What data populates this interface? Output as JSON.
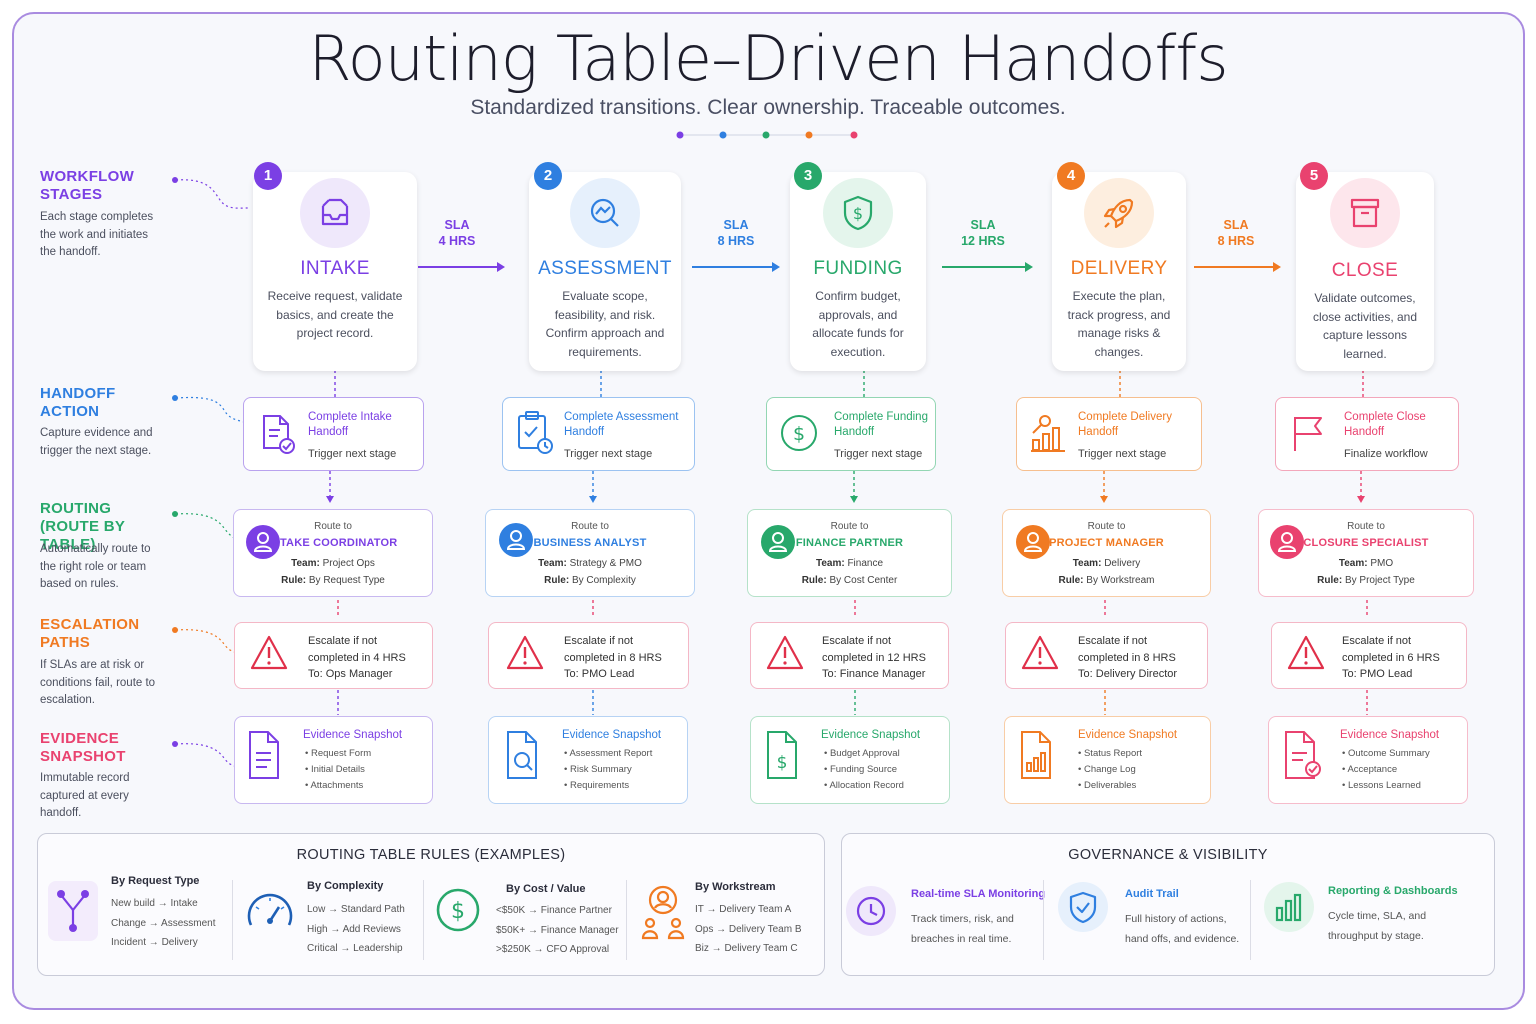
{
  "title": "Routing Table–Driven Handoffs",
  "subtitle": "Standardized transitions. Clear ownership. Traceable outcomes.",
  "sections": {
    "stages": {
      "heading": "WORKFLOW STAGES",
      "text": "Each stage completes the work and initiates the handoff."
    },
    "handoff": {
      "heading": "HANDOFF ACTION",
      "text": "Capture evidence and trigger the next stage."
    },
    "routing": {
      "heading": "ROUTING (ROUTE BY TABLE)",
      "text": "Automatically route to the right role or team based on rules."
    },
    "escalation": {
      "heading": "ESCALATION PATHS",
      "text": "If SLAs are at risk or conditions fail, route to escalation."
    },
    "evidence": {
      "heading": "EVIDENCE SNAPSHOT",
      "text": "Immutable record captured at every handoff."
    }
  },
  "colors": {
    "purple": "#7b3fe4",
    "blue": "#2f7fe0",
    "green": "#28a86b",
    "orange": "#f07a22",
    "pink": "#e9426f"
  },
  "stages": [
    {
      "num": "1",
      "name": "INTAKE",
      "desc": "Receive request, validate basics, and create the project record.",
      "icon": "inbox-icon",
      "handoff": {
        "title": "Complete Intake Handoff",
        "sub": "Trigger next stage"
      },
      "route": {
        "label": "Route to",
        "role": "INTAKE COORDINATOR",
        "team_label": "Team:",
        "team": "Project Ops",
        "rule_label": "Rule:",
        "rule": "By Request Type"
      },
      "escalate": {
        "text": "Escalate if not completed in 4 HRS",
        "to_label": "To:",
        "to": "Ops Manager"
      },
      "evidence": {
        "title": "Evidence Snapshot",
        "items": [
          "Request Form",
          "Initial Details",
          "Attachments"
        ]
      }
    },
    {
      "num": "2",
      "name": "ASSESSMENT",
      "desc": "Evaluate scope, feasibility, and risk. Confirm approach and requirements.",
      "icon": "magnifier-chart-icon",
      "handoff": {
        "title": "Complete Assessment Handoff",
        "sub": "Trigger next stage"
      },
      "route": {
        "label": "Route to",
        "role": "BUSINESS ANALYST",
        "team_label": "Team:",
        "team": "Strategy & PMO",
        "rule_label": "Rule:",
        "rule": "By Complexity"
      },
      "escalate": {
        "text": "Escalate if not completed in 8 HRS",
        "to_label": "To:",
        "to": "PMO Lead"
      },
      "evidence": {
        "title": "Evidence Snapshot",
        "items": [
          "Assessment Report",
          "Risk Summary",
          "Requirements"
        ]
      }
    },
    {
      "num": "3",
      "name": "FUNDING",
      "desc": "Confirm budget, approvals, and allocate funds for execution.",
      "icon": "shield-dollar-icon",
      "handoff": {
        "title": "Complete Funding Handoff",
        "sub": "Trigger next stage"
      },
      "route": {
        "label": "Route to",
        "role": "FINANCE PARTNER",
        "team_label": "Team:",
        "team": "Finance",
        "rule_label": "Rule:",
        "rule": "By Cost Center"
      },
      "escalate": {
        "text": "Escalate if not completed in 12 HRS",
        "to_label": "To:",
        "to": "Finance Manager"
      },
      "evidence": {
        "title": "Evidence Snapshot",
        "items": [
          "Budget Approval",
          "Funding Source",
          "Allocation Record"
        ]
      }
    },
    {
      "num": "4",
      "name": "DELIVERY",
      "desc": "Execute the plan, track progress, and manage risks & changes.",
      "icon": "rocket-icon",
      "handoff": {
        "title": "Complete Delivery Handoff",
        "sub": "Trigger next stage"
      },
      "route": {
        "label": "Route to",
        "role": "PROJECT MANAGER",
        "team_label": "Team:",
        "team": "Delivery",
        "rule_label": "Rule:",
        "rule": "By Workstream"
      },
      "escalate": {
        "text": "Escalate if not completed in 8 HRS",
        "to_label": "To:",
        "to": "Delivery Director"
      },
      "evidence": {
        "title": "Evidence Snapshot",
        "items": [
          "Status Report",
          "Change Log",
          "Deliverables"
        ]
      }
    },
    {
      "num": "5",
      "name": "CLOSE",
      "desc": "Validate outcomes, close activities, and capture lessons learned.",
      "icon": "archive-box-icon",
      "handoff": {
        "title": "Complete Close Handoff",
        "sub": "Finalize workflow"
      },
      "route": {
        "label": "Route to",
        "role": "CLOSURE SPECIALIST",
        "team_label": "Team:",
        "team": "PMO",
        "rule_label": "Rule:",
        "rule": "By Project Type"
      },
      "escalate": {
        "text": "Escalate if not completed in 6 HRS",
        "to_label": "To:",
        "to": "PMO Lead"
      },
      "evidence": {
        "title": "Evidence Snapshot",
        "items": [
          "Outcome Summary",
          "Acceptance",
          "Lessons Learned"
        ]
      }
    }
  ],
  "slas": [
    {
      "label": "SLA",
      "value": "4 HRS"
    },
    {
      "label": "SLA",
      "value": "8 HRS"
    },
    {
      "label": "SLA",
      "value": "12 HRS"
    },
    {
      "label": "SLA",
      "value": "8 HRS"
    }
  ],
  "rules": {
    "title": "ROUTING TABLE RULES (EXAMPLES)",
    "groups": [
      {
        "heading": "By Request Type",
        "icon": "branch-icon",
        "lines": [
          "New build → Intake",
          "Change → Assessment",
          "Incident → Delivery"
        ]
      },
      {
        "heading": "By Complexity",
        "icon": "gauge-icon",
        "lines": [
          "Low → Standard Path",
          "High → Add Reviews",
          "Critical → Leadership"
        ]
      },
      {
        "heading": "By Cost / Value",
        "icon": "dollar-circle-icon",
        "lines": [
          "<$50K → Finance Partner",
          "$50K+ → Finance Manager",
          ">$250K → CFO Approval"
        ]
      },
      {
        "heading": "By Workstream",
        "icon": "team-icon",
        "lines": [
          "IT → Delivery Team A",
          "Ops → Delivery Team B",
          "Biz → Delivery Team C"
        ]
      }
    ]
  },
  "governance": {
    "title": "GOVERNANCE & VISIBILITY",
    "items": [
      {
        "heading": "Real-time SLA Monitoring",
        "text": "Track timers, risk, and breaches in real time.",
        "icon": "clock-icon"
      },
      {
        "heading": "Audit Trail",
        "text": "Full history of actions, hand offs, and evidence.",
        "icon": "shield-check-icon"
      },
      {
        "heading": "Reporting & Dashboards",
        "text": "Cycle time, SLA, and throughput by stage.",
        "icon": "bar-chart-icon"
      }
    ]
  }
}
